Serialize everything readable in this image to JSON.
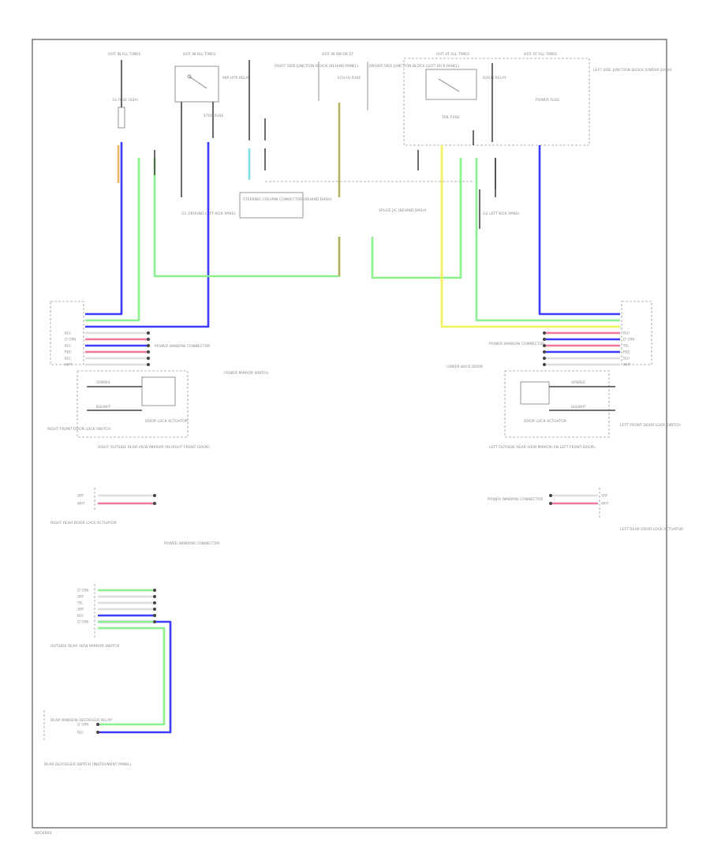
{
  "footer": {
    "code": "W/D4860"
  },
  "colors": {
    "blue": "#3b3bff",
    "green": "#8cf08c",
    "yellow": "#f2f25a",
    "orange": "#f0b469",
    "pink": "#f07a9a",
    "olive": "#b8b060",
    "cyan": "#7fe0e0",
    "black": "#444444"
  },
  "top": {
    "hot1": "HOT IN ALL TIMES",
    "hot2": "HOT IN ALL TIMES",
    "hot3": "HOT IN ON OR ST",
    "hot4": "HOT AT ALL TIMES",
    "hot5": "HOT AT ALL TIMES",
    "fuse_left": "IG FUSE (10A)",
    "relay_left": "MIR HTR RELAY",
    "fuse_mid_left": "STOP FUSE",
    "fuse_center": "ECU-IG FUSE",
    "fuse_right": "TAIL FUSE",
    "relay_right": "DOOR RELAY",
    "fuse_far_right": "POWER FUSE",
    "note_center_left": "RIGHT SIDE JUNCTION BLOCK (BEHIND PANEL)",
    "note_center_right": "DRIVER SIDE JUNCTION BLOCK (LEFT KICK PANEL)",
    "note_right": "LEFT SIDE JUNCTION BLOCK (UNDER DASH)"
  },
  "mid": {
    "ground_left": "G1 GROUND LEFT KICK PANEL",
    "box_left": "STEERING COLUMN CONNECTOR (BEHIND DASH)",
    "splice_center": "SPLICE J/C (BEHIND DASH)",
    "ground_right": "G2 LEFT KICK PANEL"
  },
  "right_door": {
    "pins": [
      "BLU",
      "LT GRN",
      "YEL",
      "RED",
      "BLU",
      "WHT"
    ],
    "conn_label": "POWER WINDOW CONNECTOR",
    "ground_label": "LOWER BACK DOOR",
    "unit_label": "DOOR LOCK ACTUATOR",
    "wire_a": "GRN/BLK",
    "wire_b": "BLK/WHT",
    "side_label": "LEFT FRONT DOOR LOCK SWITCH",
    "module_label": "LEFT OUTSIDE REAR VIEW MIRROR (IN LEFT FRONT DOOR)"
  },
  "left_door": {
    "pins": [
      "BLU",
      "LT GRN",
      "BLU",
      "RED",
      "BLU",
      "WHT"
    ],
    "conn_label": "POWER WINDOW CONNECTOR",
    "ground_label": "POWER MIRROR SWITCH",
    "unit_label": "DOOR LOCK ACTUATOR",
    "wire_a": "GRN/BLK",
    "wire_b": "BLK/WHT",
    "side_label": "RIGHT FRONT DOOR LOCK SWITCH",
    "module_label": "RIGHT OUTSIDE REAR VIEW MIRROR (IN RIGHT FRONT DOOR)"
  },
  "left_mid": {
    "pins": [
      "GRY",
      "WHT"
    ],
    "label": "RIGHT REAR DOOR LOCK ACTUATOR",
    "conn": "POWER WINDOW CONNECTOR"
  },
  "right_mid": {
    "pins": [
      "GRY",
      "WHT"
    ],
    "label": "LEFT REAR DOOR LOCK ACTUATOR",
    "conn": "POWER WINDOW CONNECTOR"
  },
  "lower_left": {
    "pins": [
      "LT GRN",
      "GRY",
      "YEL",
      "GRY",
      "BLU",
      "LT GRN"
    ],
    "label": "OUTSIDE REAR VIEW MIRROR SWITCH",
    "bottom_label": "REAR WINDOW DEFOGGER RELAY",
    "bottom_pins": [
      "LT GRN",
      "BLU"
    ],
    "caption": "REAR DEFOGGER SWITCH (INSTRUMENT PANEL)"
  }
}
